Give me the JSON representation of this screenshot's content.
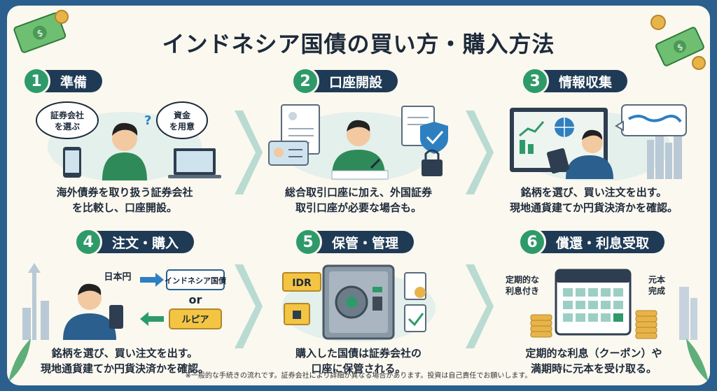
{
  "title": "インドネシア国債の買い方・購入方法",
  "steps": [
    {
      "number": "1",
      "heading": "準備",
      "bubble_left": [
        "証券会社",
        "を選ぶ"
      ],
      "bubble_right": [
        "資金",
        "を用意"
      ],
      "caption": [
        "海外債券を取り扱う証券会社",
        "を比較し、口座開設。"
      ]
    },
    {
      "number": "2",
      "heading": "口座開設",
      "caption": [
        "総合取引口座に加え、外国証券",
        "取引口座が必要な場合も。"
      ]
    },
    {
      "number": "3",
      "heading": "情報収集",
      "caption": [
        "銘柄を選び、買い注文を出す。",
        "現地通貨建てか円貨決済かを確認。"
      ]
    },
    {
      "number": "4",
      "heading": "注文・購入",
      "label_yen": "日本円",
      "label_bond": "インドネシア国債",
      "label_or": "or",
      "label_rupiah": "ルピア",
      "caption": [
        "銘柄を選び、買い注文を出す。",
        "現地通貨建てか円貨決済かを確認。"
      ]
    },
    {
      "number": "5",
      "heading": "保管・管理",
      "label_idr": "IDR",
      "caption": [
        "購入した国債は証券会社の",
        "口座に保管される。"
      ]
    },
    {
      "number": "6",
      "heading": "償還・利息受取",
      "label_interest": [
        "定期的な",
        "利息付き"
      ],
      "label_principal": [
        "元本",
        "完成"
      ],
      "caption": [
        "定期的な利息（クーポン）や",
        "満期時に元本を受け取る。"
      ]
    }
  ],
  "footnote": "※一般的な手続きの流れです。証券会社により詳細が異なる場合があります。投資は自己責任でお願いします。",
  "colors": {
    "header_bg": "#1f3a55",
    "number_bg": "#2e9a6a",
    "background": "#fbf8ef",
    "border": "#2a5f8e"
  },
  "icons": [
    "money-bill-icon",
    "coin-icon",
    "phone-icon",
    "laptop-icon",
    "document-icon",
    "id-card-icon",
    "shield-check-icon",
    "lock-icon",
    "monitor-chart-icon",
    "map-icon",
    "city-skyline-icon",
    "tower-icon",
    "arrow-right-icon",
    "arrow-left-icon",
    "safe-icon",
    "calendar-icon",
    "coin-stack-icon",
    "leaf-icon"
  ]
}
